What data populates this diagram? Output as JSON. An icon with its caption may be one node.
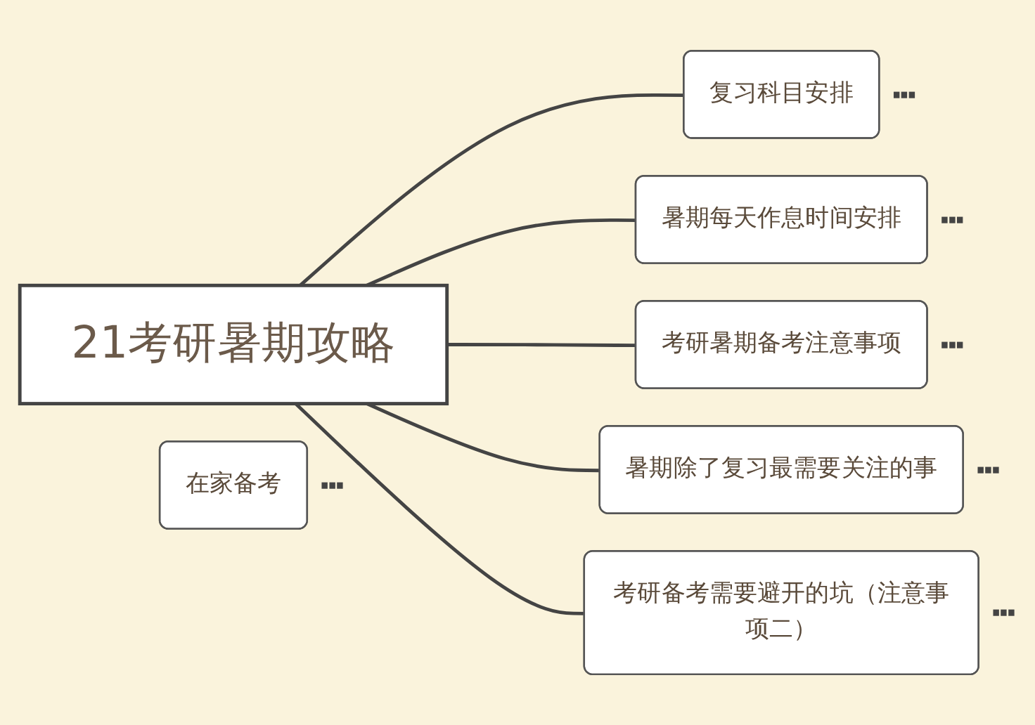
{
  "diagram": {
    "nodes": [
      {
        "text": [
          "21考研暑期攻略"
        ]
      },
      {
        "text": [
          "复习科目安排"
        ],
        "beside": [
          "···"
        ]
      },
      {
        "text": [
          "暑期每天作息时间安排"
        ],
        "beside": [
          "···"
        ]
      },
      {
        "text": [
          "考研暑期备考注意事项"
        ],
        "beside": [
          "···"
        ]
      },
      {
        "text": [
          "暑期除了复习最需要关注的事"
        ],
        "beside": [
          "···"
        ]
      },
      {
        "text": [
          "考研备考需要避开的坑（注意事项二）"
        ],
        "beside": [
          "···"
        ]
      },
      {
        "text": [
          "在家备考"
        ],
        "beside": [
          "···"
        ]
      }
    ],
    "edges": [
      {
        "from": 0,
        "to": 1,
        "arrow": "none"
      },
      {
        "from": 0,
        "to": 2,
        "arrow": "none"
      },
      {
        "from": 0,
        "to": 3,
        "arrow": "none"
      },
      {
        "from": 0,
        "to": 4,
        "arrow": "none"
      },
      {
        "from": 0,
        "to": 5,
        "arrow": "none"
      }
    ]
  }
}
